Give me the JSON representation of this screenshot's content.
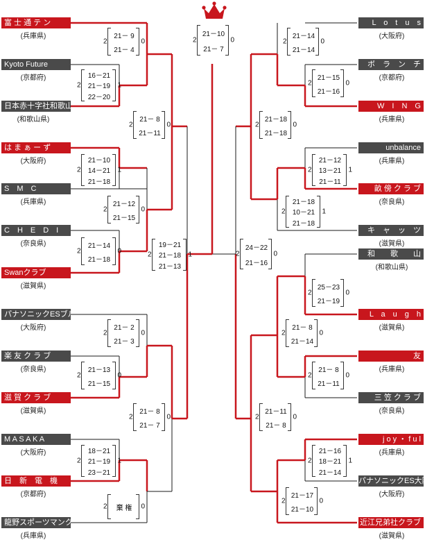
{
  "left_teams": [
    {
      "name": "富 士 通 テ ン",
      "pref": "(兵庫県)",
      "win": true
    },
    {
      "name": "Kyoto Future",
      "pref": "(京都府)",
      "win": false
    },
    {
      "name": "日本赤十字社和歌山医療",
      "pref": "(和歌山県)",
      "win": false
    },
    {
      "name": "は ま ぁ ー ず",
      "pref": "(大阪府)",
      "win": true
    },
    {
      "name": "S　M　C",
      "pref": "(兵庫県)",
      "win": false
    },
    {
      "name": "C　H　E　D　I",
      "pref": "(奈良県)",
      "win": false
    },
    {
      "name": "Swanクラブ",
      "pref": "(滋賀県)",
      "win": true
    },
    {
      "name": "パナソニックESブルーベルズ",
      "pref": "(大阪府)",
      "win": false
    },
    {
      "name": "楽 友 ク ラ ブ",
      "pref": "(奈良県)",
      "win": false
    },
    {
      "name": "滋 賀 ク ラ ブ",
      "pref": "(滋賀県)",
      "win": true
    },
    {
      "name": "M A S A K A",
      "pref": "(大阪府)",
      "win": false
    },
    {
      "name": "日　新　電　機",
      "pref": "(京都府)",
      "win": true
    },
    {
      "name": "龍野スポーツマンクラブ",
      "pref": "(兵庫県)",
      "win": false
    }
  ],
  "right_teams": [
    {
      "name": "L　o　t　u　s",
      "pref": "(大阪府)",
      "win": false
    },
    {
      "name": "ボ　ラ　ン　チ",
      "pref": "(京都府)",
      "win": false
    },
    {
      "name": "W　I　N　G",
      "pref": "(兵庫県)",
      "win": true
    },
    {
      "name": "unbalance",
      "pref": "(兵庫県)",
      "win": false
    },
    {
      "name": "畝 傍 ク ラ ブ",
      "pref": "(奈良県)",
      "win": true
    },
    {
      "name": "キ　ャ　ッ　ツ",
      "pref": "(滋賀県)",
      "win": false
    },
    {
      "name": "和　　歌　　山",
      "pref": "(和歌山県)",
      "win": false
    },
    {
      "name": "L　a　u　g　h",
      "pref": "(滋賀県)",
      "win": true
    },
    {
      "name": "友",
      "pref": "(兵庫県)",
      "win": true
    },
    {
      "name": "三 笠 ク ラ ブ",
      "pref": "(奈良県)",
      "win": false
    },
    {
      "name": "j o y ・ f u l",
      "pref": "(兵庫県)",
      "win": true
    },
    {
      "name": "パナソニックES大阪",
      "pref": "(大阪府)",
      "win": false
    },
    {
      "name": "近江兄弟社クラブ",
      "pref": "(滋賀県)",
      "win": true
    }
  ],
  "matches": [
    {
      "left": "2",
      "rows": [
        "21－ 9",
        "21－ 4"
      ],
      "right": "0"
    },
    {
      "left": "2",
      "rows": [
        "16－21",
        "21－19",
        "22－20"
      ],
      "right": "1"
    },
    {
      "left": "2",
      "rows": [
        "21－ 8",
        "21－11"
      ],
      "right": "0"
    },
    {
      "left": "2",
      "rows": [
        "21－10",
        "14－21",
        "21－18"
      ],
      "right": "1"
    },
    {
      "left": "2",
      "rows": [
        "21－12",
        "21－15"
      ],
      "right": "0"
    },
    {
      "left": "2",
      "rows": [
        "21－14",
        "21－18"
      ],
      "right": "0"
    },
    {
      "left": "2",
      "rows": [
        "19－21",
        "21－18",
        "21－13"
      ],
      "right": "1"
    },
    {
      "left": "2",
      "rows": [
        "21－ 2",
        "21－ 3"
      ],
      "right": "0"
    },
    {
      "left": "2",
      "rows": [
        "21－13",
        "21－15"
      ],
      "right": "0"
    },
    {
      "left": "2",
      "rows": [
        "21－ 8",
        "21－ 7"
      ],
      "right": "0"
    },
    {
      "left": "2",
      "rows": [
        "18－21",
        "21－19",
        "23－21"
      ],
      "right": "1"
    },
    {
      "left": "2",
      "rows": [
        "棄 権"
      ],
      "right": "0"
    },
    {
      "left": "2",
      "rows": [
        "21－10",
        "21－ 7"
      ],
      "right": "0"
    },
    {
      "left": "2",
      "rows": [
        "21－14",
        "21－14"
      ],
      "right": "0"
    },
    {
      "left": "2",
      "rows": [
        "21－15",
        "21－16"
      ],
      "right": "0"
    },
    {
      "left": "2",
      "rows": [
        "21－18",
        "21－18"
      ],
      "right": "0"
    },
    {
      "left": "2",
      "rows": [
        "21－12",
        "13－21",
        "21－11"
      ],
      "right": "1"
    },
    {
      "left": "2",
      "rows": [
        "21－18",
        "10－21",
        "21－18"
      ],
      "right": "1"
    },
    {
      "left": "2",
      "rows": [
        "24－22",
        "21－16"
      ],
      "right": "0"
    },
    {
      "left": "2",
      "rows": [
        "25－23",
        "21－19"
      ],
      "right": "0"
    },
    {
      "left": "2",
      "rows": [
        "21－ 8",
        "21－14"
      ],
      "right": "0"
    },
    {
      "left": "2",
      "rows": [
        "21－ 8",
        "21－11"
      ],
      "right": "0"
    },
    {
      "left": "2",
      "rows": [
        "21－11",
        "21－ 8"
      ],
      "right": "0"
    },
    {
      "left": "2",
      "rows": [
        "21－16",
        "18－21",
        "21－14"
      ],
      "right": "1"
    },
    {
      "left": "2",
      "rows": [
        "21－17",
        "21－10"
      ],
      "right": "0"
    }
  ],
  "colors": {
    "winner": "#c8161d",
    "line": "#1a1a1a",
    "team_bg": "#4a4a4a"
  },
  "crown_icon": "crown-icon"
}
